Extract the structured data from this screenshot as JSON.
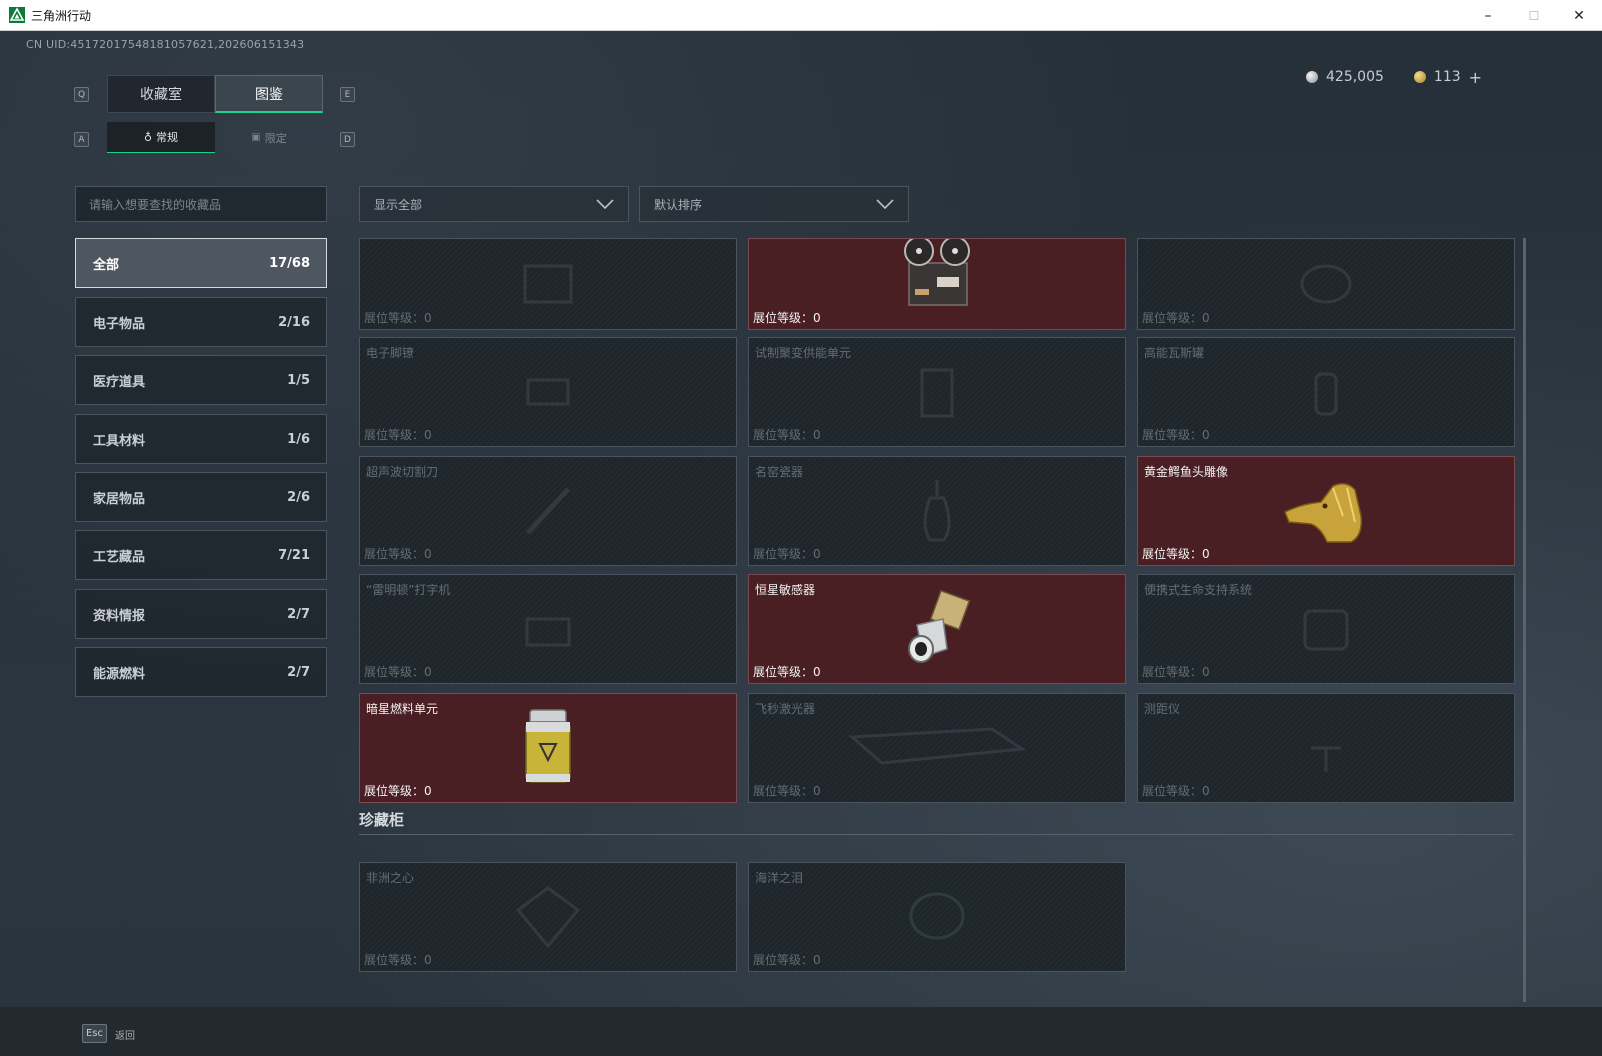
{
  "window": {
    "title": "三角洲行动",
    "minimize": "–",
    "maximize": "☐",
    "close": "✕"
  },
  "header": {
    "uid": "CN UID:4517201754818105​7621,202606151343"
  },
  "currency": {
    "silver": "425,005",
    "gold": "113",
    "add": "+"
  },
  "key_hints": {
    "prev_tab": "Q",
    "next_tab": "E",
    "prev_sub": "A",
    "next_sub": "D"
  },
  "tabs": [
    {
      "label": "收藏室"
    },
    {
      "label": "图鉴"
    }
  ],
  "subtabs": [
    {
      "label": "常规"
    },
    {
      "label": "限定"
    }
  ],
  "search": {
    "placeholder": "请输入想要查找的收藏品"
  },
  "filters": {
    "show": "显示全部",
    "sort": "默认排序"
  },
  "categories": [
    {
      "label": "全部",
      "count": "17/68"
    },
    {
      "label": "电子物品",
      "count": "2/16"
    },
    {
      "label": "医疗道具",
      "count": "1/5"
    },
    {
      "label": "工具材料",
      "count": "1/6"
    },
    {
      "label": "家居物品",
      "count": "2/6"
    },
    {
      "label": "工艺藏品",
      "count": "7/21"
    },
    {
      "label": "资料情报",
      "count": "2/7"
    },
    {
      "label": "能源燃料",
      "count": "2/7"
    }
  ],
  "items": [
    {
      "name": "",
      "level": "展位等级：0",
      "owned": false
    },
    {
      "name": "",
      "level": "展位等级：0",
      "owned": true
    },
    {
      "name": "",
      "level": "展位等级：0",
      "owned": false
    },
    {
      "name": "电子脚镣",
      "level": "展位等级：0",
      "owned": false
    },
    {
      "name": "试制聚变供能单元",
      "level": "展位等级：0",
      "owned": false
    },
    {
      "name": "高能瓦斯罐",
      "level": "展位等级：0",
      "owned": false
    },
    {
      "name": "超声波切割刀",
      "level": "展位等级：0",
      "owned": false
    },
    {
      "name": "名窑瓷器",
      "level": "展位等级：0",
      "owned": false
    },
    {
      "name": "黄金鳄鱼头雕像",
      "level": "展位等级：0",
      "owned": true
    },
    {
      "name": "“雷明顿”打字机",
      "level": "展位等级：0",
      "owned": false
    },
    {
      "name": "恒星敏感器",
      "level": "展位等级：0",
      "owned": true
    },
    {
      "name": "便携式生命支持系统",
      "level": "展位等级：0",
      "owned": false
    },
    {
      "name": "暗星燃料单元",
      "level": "展位等级：0",
      "owned": true
    },
    {
      "name": "飞秒激光器",
      "level": "展位等级：0",
      "owned": false
    },
    {
      "name": "测距仪",
      "level": "展位等级：0",
      "owned": false
    }
  ],
  "cabinet": {
    "title": "珍藏柜",
    "items": [
      {
        "name": "非洲之心",
        "level": "展位等级：0",
        "owned": false
      },
      {
        "name": "海洋之泪",
        "level": "展位等级：0",
        "owned": false
      }
    ]
  },
  "footer": {
    "esc": "Esc",
    "back": "返回"
  },
  "colors": {
    "accent": "#1fd28a",
    "owned_card": "#4a1f24",
    "panel": "#1e252b"
  }
}
